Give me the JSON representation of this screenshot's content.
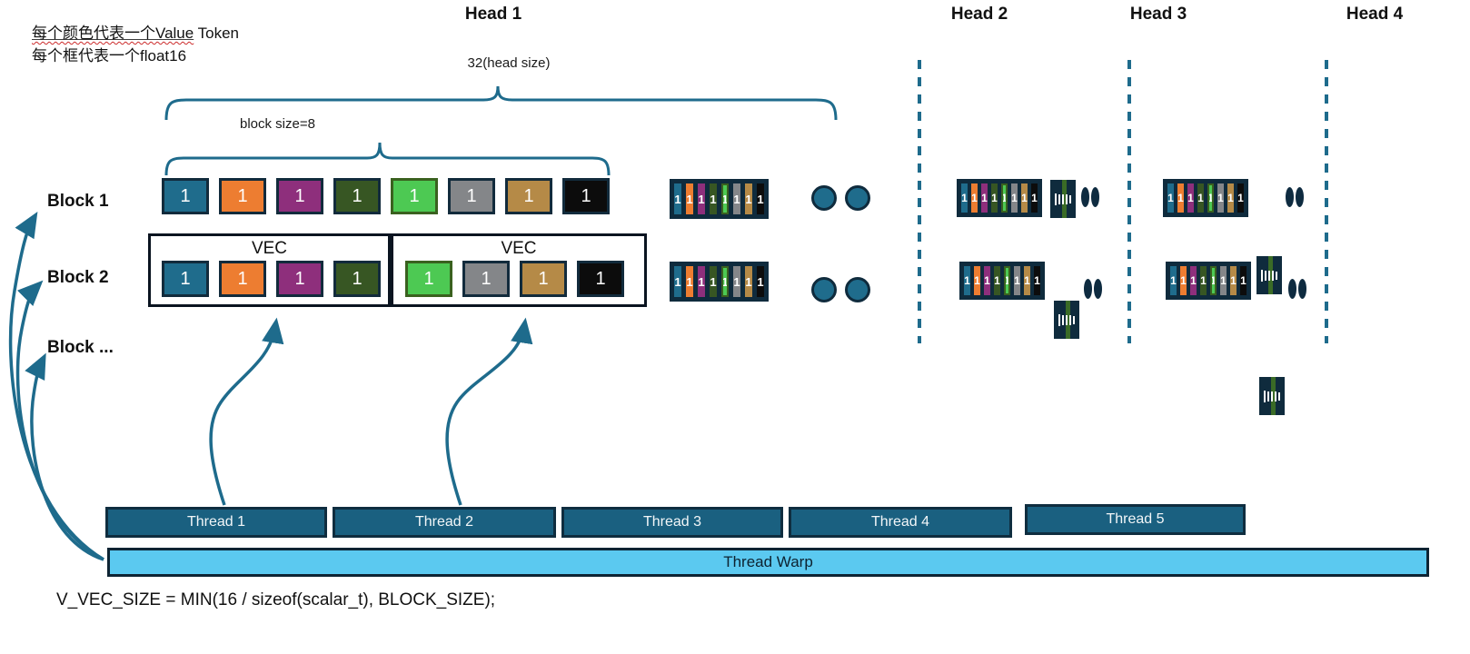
{
  "legend": {
    "line1_underlined": "每个颜色代表一个Value",
    "line1_plain": " Token",
    "line2": "每个框代表一个float16"
  },
  "heads": [
    {
      "label": "Head 1"
    },
    {
      "label": "Head 2"
    },
    {
      "label": "Head 3"
    },
    {
      "label": "Head 4"
    }
  ],
  "annotations": {
    "head_size": "32(head size)",
    "block_size": "block size=8",
    "vec": "VEC"
  },
  "blocks": [
    {
      "label": "Block 1"
    },
    {
      "label": "Block 2"
    },
    {
      "label": "Block ..."
    }
  ],
  "cell_value": "1",
  "threads": [
    {
      "label": "Thread 1"
    },
    {
      "label": "Thread 2"
    },
    {
      "label": "Thread 3"
    },
    {
      "label": "Thread 4"
    },
    {
      "label": "Thread 5"
    }
  ],
  "warp": {
    "label": "Thread Warp"
  },
  "code": {
    "line": "V_VEC_SIZE = MIN(16 / sizeof(scalar_t), BLOCK_SIZE);"
  },
  "colors": {
    "accent": "#1E6B8C",
    "box_border": "#122B3C",
    "strip_bg": "#0F2B3D",
    "thread_fill": "#1A6080",
    "warp_fill": "#5BC9F0",
    "light_green_border": "#3A611F",
    "token_colors": [
      "#1F6C8C",
      "#ED7D31",
      "#8E2F7C",
      "#375623",
      "#4DC953",
      "#848689",
      "#B58A47",
      "#0C0C0C"
    ]
  }
}
